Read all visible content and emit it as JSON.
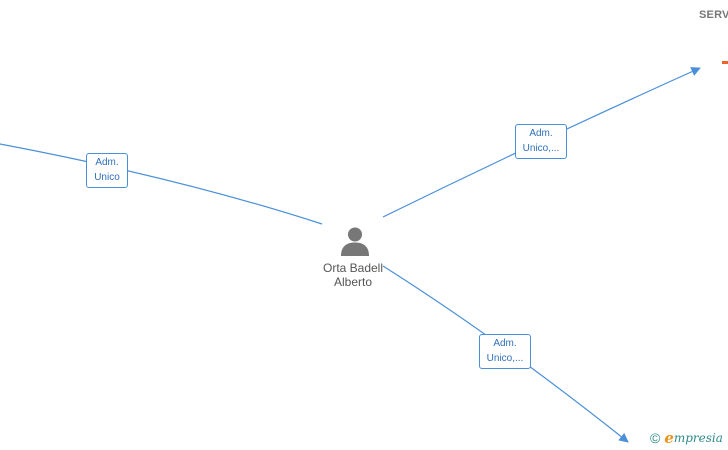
{
  "person": {
    "name_line1": "Orta Badell",
    "name_line2": "Alberto",
    "icon": "person-icon"
  },
  "company_top_right": {
    "name": "SERV"
  },
  "relations": [
    {
      "line1": "Adm.",
      "line2": "Unico"
    },
    {
      "line1": "Adm.",
      "line2": "Unico,..."
    },
    {
      "line1": "Adm.",
      "line2": "Unico,..."
    }
  ],
  "brand": {
    "copyright": "©",
    "e": "e",
    "rest": "mpresia"
  },
  "colors": {
    "edge": "#4a8fd8",
    "label_text": "#2f6fb8",
    "node_text": "#555555",
    "accent_orange": "#e8642a",
    "brand_teal": "#2e8b8b"
  }
}
